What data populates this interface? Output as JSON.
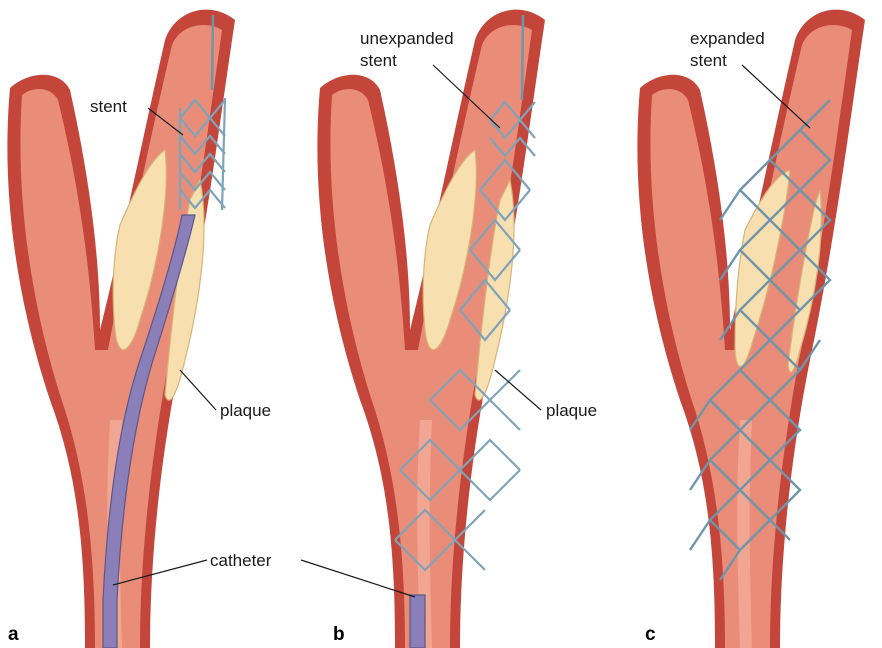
{
  "panels": [
    {
      "letter": "a",
      "labels": [
        "stent",
        "plaque",
        "catheter"
      ]
    },
    {
      "letter": "b",
      "labels": [
        "unexpanded",
        "stent",
        "plaque"
      ]
    },
    {
      "letter": "c",
      "labels": [
        "expanded",
        "stent"
      ]
    }
  ],
  "colors": {
    "artery": "#c4463a",
    "lumen": "#e98d78",
    "plaque": "#f7dfb0",
    "stent": "#7fa3b8",
    "catheter": "#8a7fb8"
  }
}
